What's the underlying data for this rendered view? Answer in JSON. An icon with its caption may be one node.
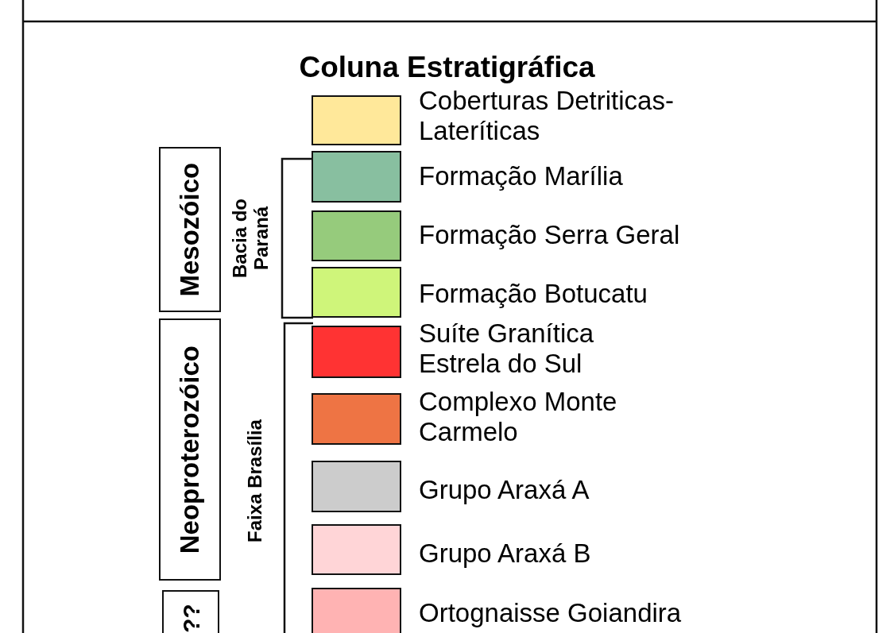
{
  "diagram": {
    "title": "Coluna Estratigráfica",
    "nodes": [
      {
        "text": [
          "Mesozóico"
        ]
      },
      {
        "text": [
          "Neoproterozóico"
        ]
      },
      {
        "text": [
          "??"
        ]
      }
    ],
    "labels": [
      "Bacia do Paraná",
      "Faixa Brasília"
    ],
    "legend": [
      {
        "text": "Coberturas Detriticas-Lateríticas",
        "color": "#ffe89a"
      },
      {
        "text": "Formação Marília",
        "color": "#88bfa0"
      },
      {
        "text": "Formação Serra Geral",
        "color": "#96cb7c"
      },
      {
        "text": "Formação Botucatu",
        "color": "#cff57a"
      },
      {
        "text": "Suíte Granítica Estrela do Sul",
        "color": "#ff3333"
      },
      {
        "text": "Complexo Monte Carmelo",
        "color": "#ee7444"
      },
      {
        "text": "Grupo Araxá A",
        "color": "#cccccc"
      },
      {
        "text": "Grupo Araxá B",
        "color": "#ffd5d7"
      },
      {
        "text": "Ortognaisse Goiandira",
        "color": "#ffb3b3"
      }
    ]
  }
}
